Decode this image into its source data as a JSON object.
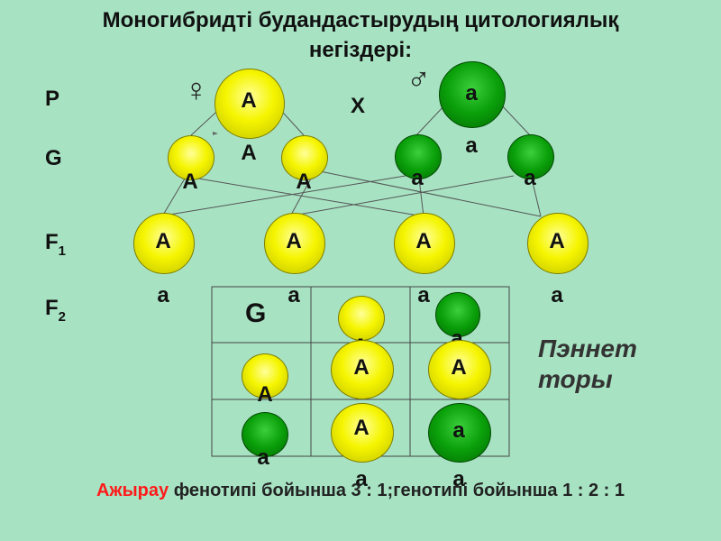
{
  "title_line1": "Моногибридті будандастырудың цитологиялық",
  "title_line2": "негіздері:",
  "row_labels": {
    "p": "P",
    "g": "G",
    "f1_main": "F",
    "f1_sub": "1",
    "f2_main": "F",
    "f2_sub": "2"
  },
  "cross_symbol": "X",
  "female_symbol": "♀",
  "male_symbol": "♂",
  "alleles": {
    "dominant": "A",
    "recessive": "a"
  },
  "grid_header": "G",
  "punnett_label_line1": "Пэннет",
  "punnett_label_line2": "торы",
  "conclusion": {
    "highlight": "Ажырау",
    "text": " фенотипі бойынша  3 : 1;генотипі бойынша 1 : 2 : 1",
    "highlight_color": "#ff1a1a"
  },
  "colors": {
    "background": "#a7e3c3",
    "dominant": "#f5f500",
    "recessive": "#0aa00a"
  }
}
